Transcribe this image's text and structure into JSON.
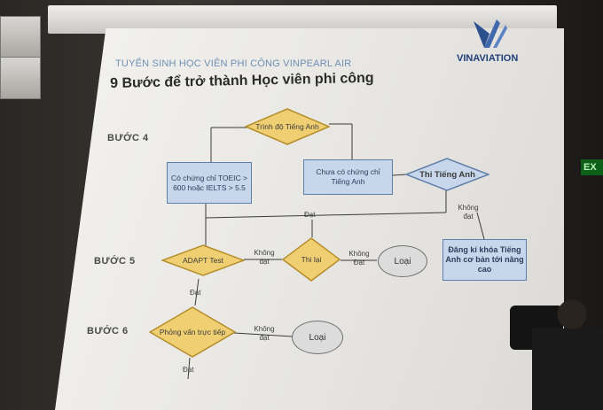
{
  "header": {
    "program": "TUYỂN SINH HỌC VIÊN PHI CÔNG VINPEARL AIR",
    "brand": "VINAVIATION"
  },
  "title": "9 Bước để trở thành Học viên phi công",
  "steps": {
    "s4": "BƯỚC 4",
    "s5": "BƯỚC 5",
    "s6": "BƯỚC 6"
  },
  "nodes": {
    "trinh_do": "Trình độ Tiếng Anh",
    "co_chung_chi": "Có chứng chỉ TOEIC > 600 hoặc IELTS > 5.5",
    "chua_co": "Chưa có chứng chỉ Tiếng Anh",
    "thi_tieng_anh": "Thi Tiếng Anh",
    "adapt": "ADAPT Test",
    "thi_lai": "Thi lại",
    "loai1": "Loại",
    "dang_ki": "Đăng kí khóa Tiếng Anh cơ bản tới nâng cao",
    "phong_van": "Phỏng vấn trực tiếp",
    "loai2": "Loại"
  },
  "edge_labels": {
    "dat_top": "Đạt",
    "khong_dat_right": "Không đạt",
    "khong_dat_adapt": "Không đạt",
    "khong_dat_thilai": "Không Đạt",
    "dat_adapt": "Đạt",
    "khong_dat_pv": "Không đạt",
    "dat_pv": "Đạt"
  },
  "environment": {
    "exit_sign": "EX"
  }
}
